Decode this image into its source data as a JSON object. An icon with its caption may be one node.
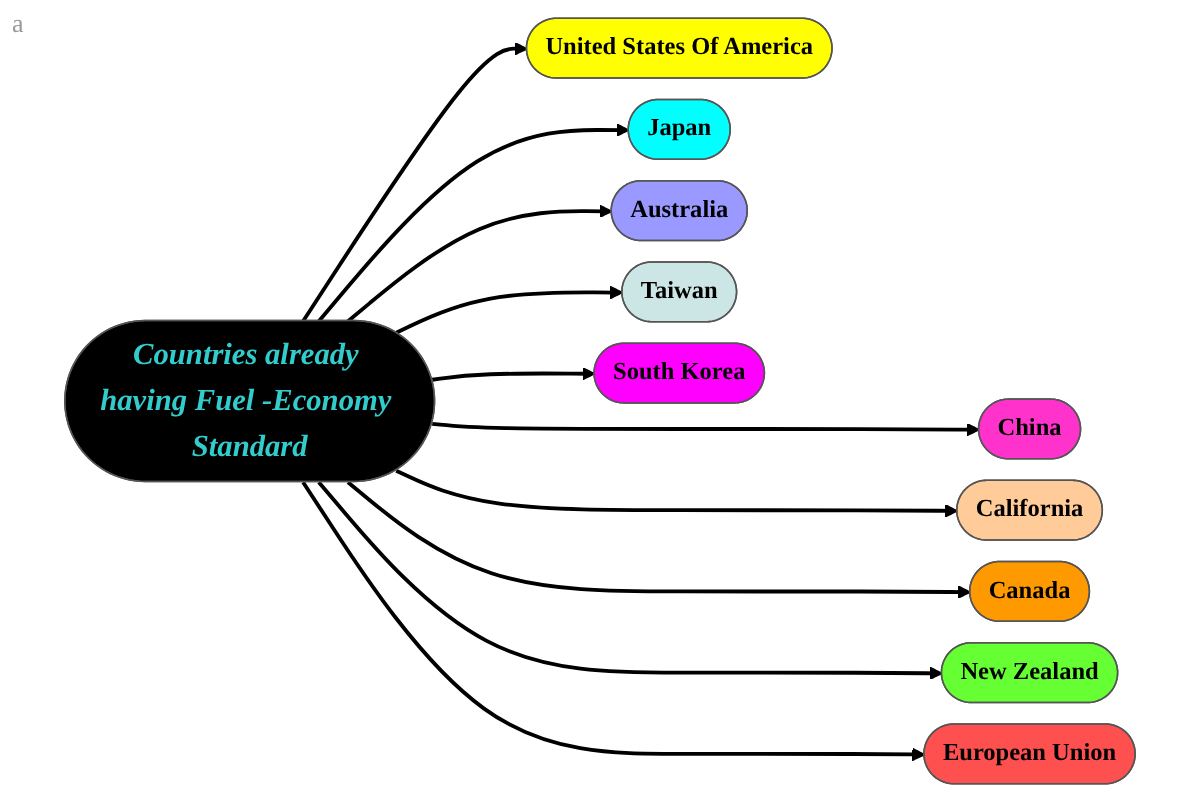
{
  "diagram": {
    "nodes": [
      {
        "text": [
          "United States Of America"
        ]
      },
      {
        "text": [
          "China"
        ]
      },
      {
        "text": [
          "Japan"
        ]
      },
      {
        "text": [
          "California"
        ]
      },
      {
        "text": [
          "Australia"
        ]
      },
      {
        "text": [
          "Countries already having Fuel -Economy Standard"
        ]
      },
      {
        "text": [
          "Taiwan"
        ]
      },
      {
        "text": [
          "Canada"
        ]
      },
      {
        "text": [
          "New Zealand"
        ]
      },
      {
        "text": [
          "South Korea"
        ]
      },
      {
        "text": [
          "European Union"
        ]
      }
    ],
    "edges": [
      {
        "from": 5,
        "to": 0,
        "arrow": "to"
      },
      {
        "from": 5,
        "to": 1,
        "arrow": "to"
      },
      {
        "from": 5,
        "to": 2,
        "arrow": "to"
      },
      {
        "from": 5,
        "to": 3,
        "arrow": "to"
      },
      {
        "from": 5,
        "to": 4,
        "arrow": "to"
      },
      {
        "from": 5,
        "to": 6,
        "arrow": "to"
      },
      {
        "from": 5,
        "to": 7,
        "arrow": "to"
      },
      {
        "from": 5,
        "to": 8,
        "arrow": "to"
      },
      {
        "from": 5,
        "to": 9,
        "arrow": "to"
      },
      {
        "from": 5,
        "to": 10,
        "arrow": "to"
      }
    ],
    "labels": [
      "a"
    ]
  }
}
